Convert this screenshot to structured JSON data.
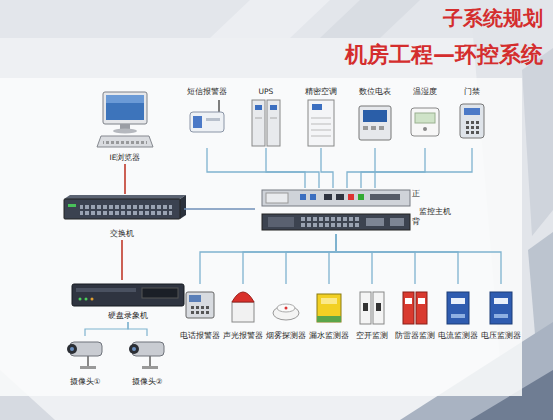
{
  "diagram": {
    "title": "子系统规划",
    "nodes": [
      {
        "text": [
          "短信报警器"
        ]
      },
      {
        "text": [
          "UPS"
        ]
      },
      {
        "text": [
          "精密空调"
        ]
      },
      {
        "text": [
          "数位电表"
        ]
      },
      {
        "text": [
          "温湿度"
        ]
      },
      {
        "text": [
          "门禁"
        ]
      },
      {
        "text": [
          "IE浏览器"
        ]
      },
      {
        "text": [
          "交换机"
        ]
      },
      {
        "text": [
          "监控主机"
        ]
      },
      {
        "text": [
          "硬盘录象机"
        ]
      },
      {
        "text": [
          "摄像头①"
        ]
      },
      {
        "text": [
          "摄像头②"
        ]
      },
      {
        "text": [
          "电话报警器"
        ]
      },
      {
        "text": [
          "声光报警器"
        ]
      },
      {
        "text": [
          "烟雾探测器"
        ]
      },
      {
        "text": [
          "漏水监测器"
        ]
      },
      {
        "text": [
          "空开监测"
        ]
      },
      {
        "text": [
          "防雷器监测"
        ]
      },
      {
        "text": [
          "电流监测器"
        ]
      },
      {
        "text": [
          "电压监测器"
        ]
      }
    ],
    "edges": [
      {
        "from": 0,
        "to": 8,
        "arrow": "none"
      },
      {
        "from": 1,
        "to": 8,
        "arrow": "none"
      },
      {
        "from": 2,
        "to": 8,
        "arrow": "none"
      },
      {
        "from": 3,
        "to": 8,
        "arrow": "none"
      },
      {
        "from": 4,
        "to": 8,
        "arrow": "none"
      },
      {
        "from": 5,
        "to": 8,
        "arrow": "none"
      },
      {
        "from": 6,
        "to": 7,
        "arrow": "none"
      },
      {
        "from": 7,
        "to": 8,
        "arrow": "none"
      },
      {
        "from": 7,
        "to": 9,
        "arrow": "none"
      },
      {
        "from": 9,
        "to": 10,
        "arrow": "none"
      },
      {
        "from": 9,
        "to": 11,
        "arrow": "none"
      },
      {
        "from": 8,
        "to": 12,
        "arrow": "none"
      },
      {
        "from": 8,
        "to": 13,
        "arrow": "none"
      },
      {
        "from": 8,
        "to": 14,
        "arrow": "none"
      },
      {
        "from": 8,
        "to": 15,
        "arrow": "none"
      },
      {
        "from": 8,
        "to": 16,
        "arrow": "none"
      },
      {
        "from": 8,
        "to": 17,
        "arrow": "none"
      },
      {
        "from": 8,
        "to": 18,
        "arrow": "none"
      },
      {
        "from": 8,
        "to": 19,
        "arrow": "none"
      }
    ],
    "labels": [
      "机房工程—环控系统",
      "正",
      "背"
    ]
  }
}
